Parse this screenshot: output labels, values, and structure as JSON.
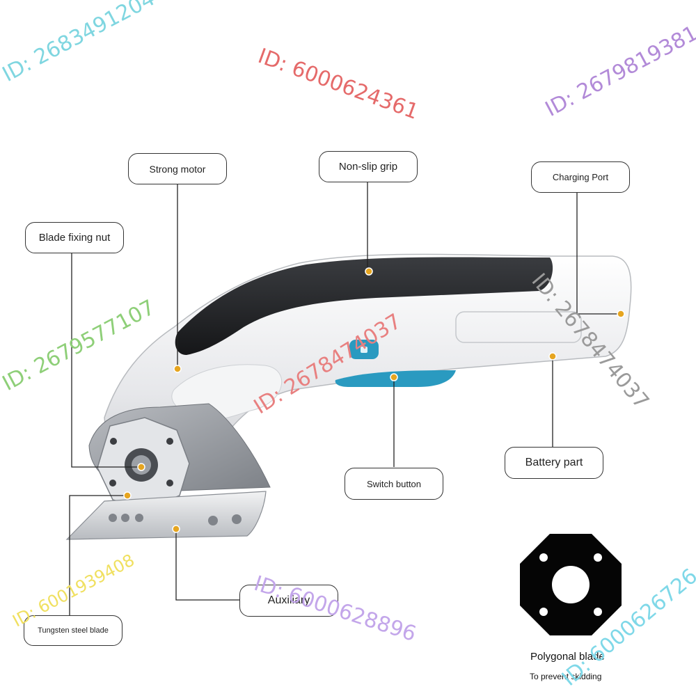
{
  "callouts": {
    "strong_motor": "Strong motor",
    "non_slip_grip": "Non-slip grip",
    "charging_port": "Charging Port",
    "blade_fixing_nut": "Blade fixing nut",
    "battery_part": "Battery part",
    "switch_button": "Switch button",
    "auxiliary": "Auxiliary",
    "tungsten_steel_blade": "Tungsten steel blade"
  },
  "blade_inset": {
    "title": "Polygonal blade",
    "subtitle": "To prevent skidding"
  },
  "watermarks": [
    {
      "text": "ID: 2683491204",
      "color": "#7fd6e0"
    },
    {
      "text": "ID: 6000624361",
      "color": "#e56a6a"
    },
    {
      "text": "ID: 2679819381",
      "color": "#b28ad8"
    },
    {
      "text": "ID: 2679577107",
      "color": "#8ecf78"
    },
    {
      "text": "ID: 2678474037",
      "color": "#e88080"
    },
    {
      "text": "ID: 2678474037",
      "color": "#9a9a9a"
    },
    {
      "text": "ID: 6001939408",
      "color": "#f0e060"
    },
    {
      "text": "ID: 6000628896",
      "color": "#c3a6ea"
    },
    {
      "text": "ID: 6000626726",
      "color": "#7fd8e8"
    }
  ],
  "colors": {
    "accent": "#2a9ac0",
    "dot": "#e6a520",
    "body": "#e9eaec",
    "grip": "#2b2d30"
  }
}
